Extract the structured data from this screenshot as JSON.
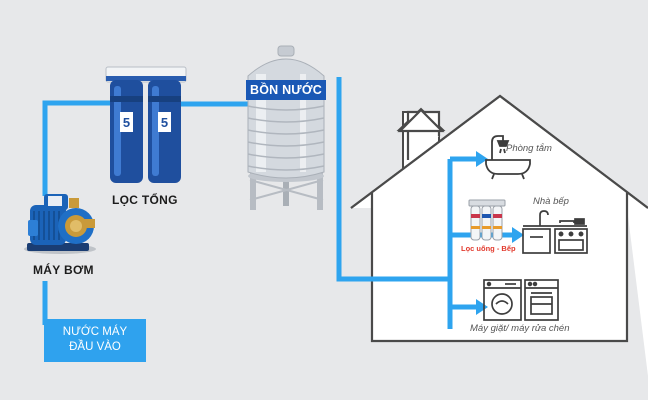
{
  "labels": {
    "pump": "MÁY BƠM",
    "filter": "LỌC TỔNG",
    "tank": "BỒN NƯỚC",
    "bathroom": "Phòng tắm",
    "kitchen": "Nhà bếp",
    "drinking_filter": "Lọc uống - Bếp",
    "laundry": "Máy giặt/ máy rửa chén"
  },
  "inlet": {
    "line1": "NƯỚC MÁY",
    "line2": "ĐẦU VÀO"
  },
  "colors": {
    "pipe": "#2ea4ef",
    "house_outline": "#4a4a4a",
    "house_fill": "#ffffff",
    "filter_blue": "#1f4f9e",
    "pump_blue": "#1b63b8",
    "tank_steel": "#cfd4da",
    "drinking_label": "#e23b2e"
  },
  "icons": {
    "pump": "water-pump-icon",
    "filter": "dual-housing-filter-icon",
    "tank": "stainless-tank-icon",
    "bathroom": "bathtub-shower-icon",
    "kitchen": "kitchen-counter-icon",
    "drinking_filter": "under-sink-filter-icon",
    "laundry": "washer-dishwasher-icon"
  }
}
